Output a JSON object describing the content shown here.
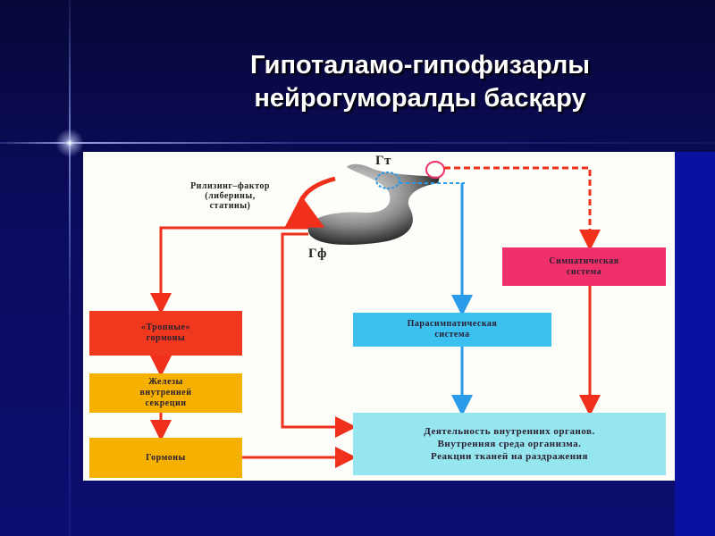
{
  "title": {
    "line1": "Гипоталамо-гипофизарлы",
    "line2": "нейрогуморалды басқару"
  },
  "diagram": {
    "hypothalamus_label": "Гт",
    "pituitary_label": "Гф",
    "releasing_factor": {
      "line1": "Рилизинг–фактор",
      "line2": "(либерины,",
      "line3": "статины)"
    },
    "tropic_hormones": {
      "line1": "«Тропные»",
      "line2": "гормоны"
    },
    "glands": {
      "line1": "Железы",
      "line2": "внутренней",
      "line3": "секреции"
    },
    "hormones": "Гормоны",
    "parasympathetic": {
      "line1": "Парасимпатическая",
      "line2": "система"
    },
    "sympathetic": {
      "line1": "Симпатическая",
      "line2": "система"
    },
    "organs": {
      "line1": "Деятельность внутренних органов.",
      "line2": "Внутренняя среда организма.",
      "line3": "Реакции тканей на раздражения"
    },
    "colors": {
      "red": "#f0301a",
      "orange": "#f5b000",
      "cyan": "#3cc0f0",
      "pink": "#f0306a",
      "light_cyan": "#96e6f0",
      "blue_arrow": "#2a9be8"
    }
  }
}
